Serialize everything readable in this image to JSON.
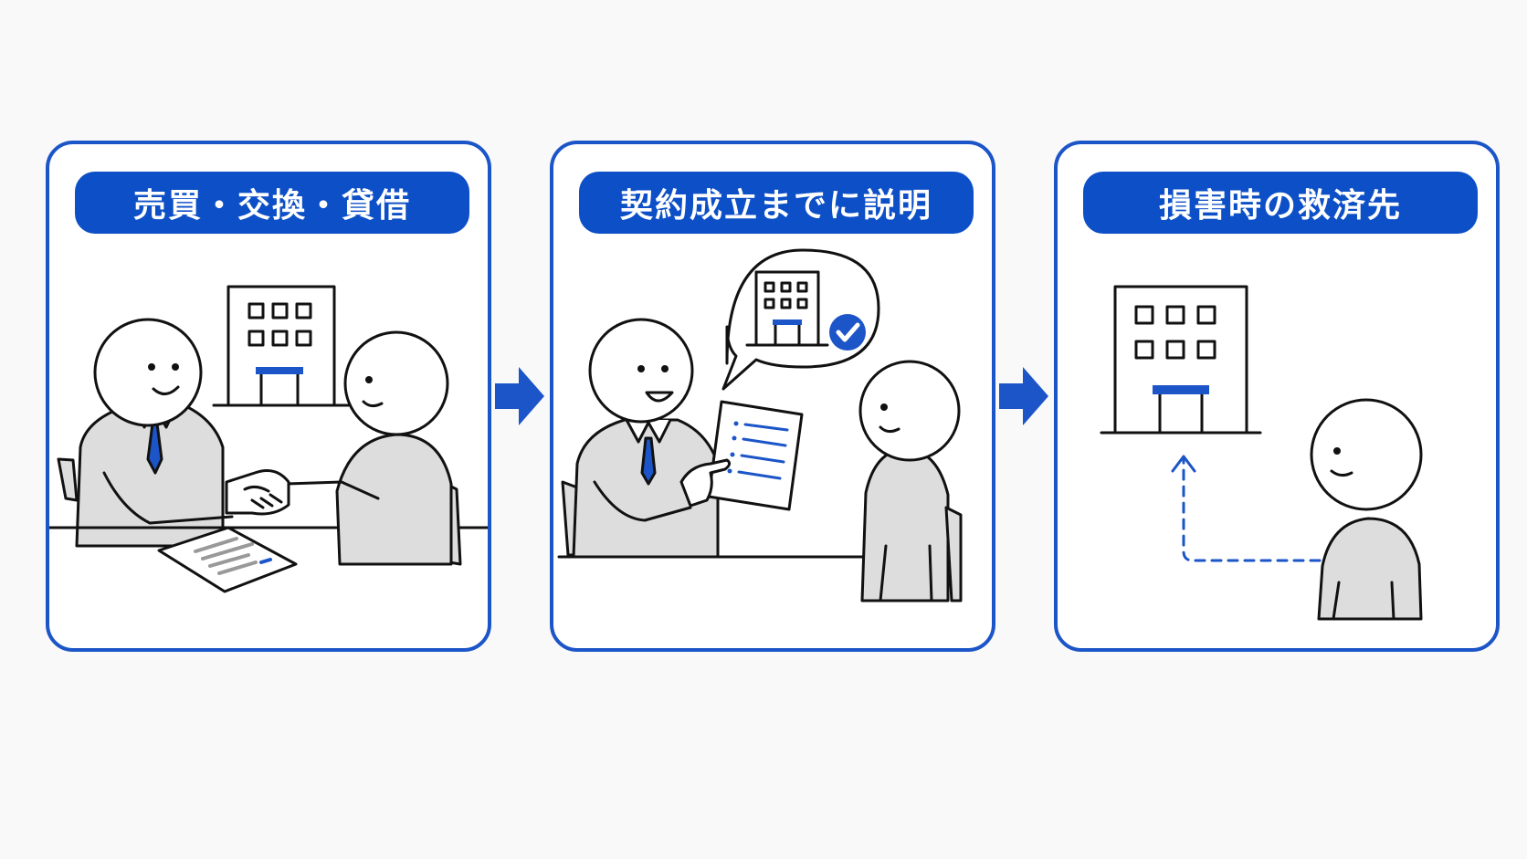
{
  "colors": {
    "accent": "#1c55c8",
    "pill_background": "#0c4fc6",
    "figure_fill": "#dddddd",
    "outline": "#111111",
    "page_background": "#f9f9fa"
  },
  "steps": [
    {
      "title": "売買・交換・貸借",
      "icons": [
        "building-icon",
        "handshake-icon",
        "contract-document-icon",
        "agent-figure",
        "client-figure"
      ]
    },
    {
      "title": "契約成立までに説明",
      "icons": [
        "speech-bubble-icon",
        "building-icon",
        "checkmark-icon",
        "checklist-document-icon",
        "agent-figure",
        "client-figure"
      ]
    },
    {
      "title": "損害時の救済先",
      "icons": [
        "building-icon",
        "dashed-arrow-icon",
        "client-figure"
      ]
    }
  ],
  "connectors": [
    "arrow-right-icon",
    "arrow-right-icon"
  ]
}
